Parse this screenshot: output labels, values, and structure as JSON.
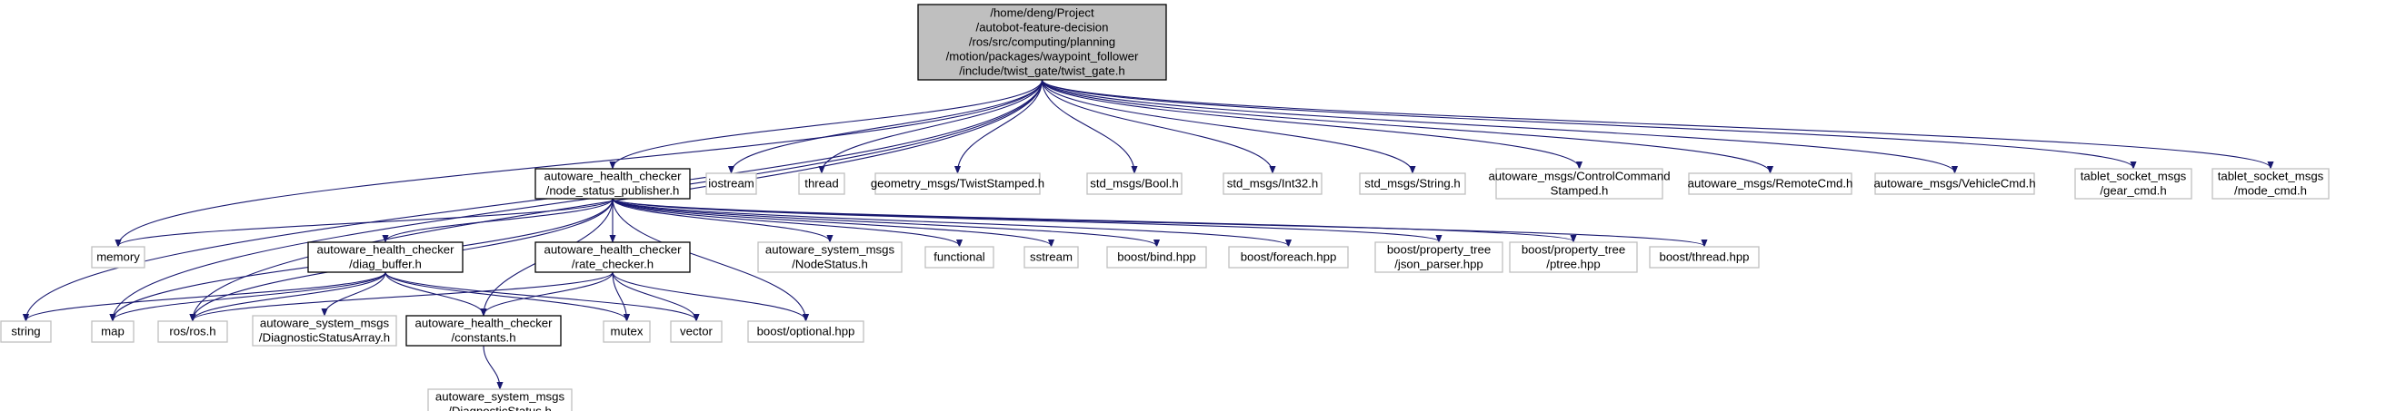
{
  "colors": {
    "edge": "#191970",
    "root_fill": "#bfbfbf",
    "root_border": "#000000",
    "documented_border": "#000000",
    "external_border": "#bfbfbf",
    "text": "#000000"
  },
  "nodes": [
    {
      "id": "twist_gate",
      "kind": "root",
      "lines": [
        "/home/deng/Project",
        "/autobot-feature-decision",
        "/ros/src/computing/planning",
        "/motion/packages/waypoint_follower",
        "/include/twist_gate/twist_gate.h"
      ]
    },
    {
      "id": "node_status_publisher",
      "kind": "documented",
      "lines": [
        "autoware_health_checker",
        "/node_status_publisher.h"
      ]
    },
    {
      "id": "iostream",
      "kind": "external",
      "lines": [
        "iostream"
      ]
    },
    {
      "id": "thread",
      "kind": "external",
      "lines": [
        "thread"
      ]
    },
    {
      "id": "twist_stamped",
      "kind": "external",
      "lines": [
        "geometry_msgs/TwistStamped.h"
      ]
    },
    {
      "id": "bool",
      "kind": "external",
      "lines": [
        "std_msgs/Bool.h"
      ]
    },
    {
      "id": "int32",
      "kind": "external",
      "lines": [
        "std_msgs/Int32.h"
      ]
    },
    {
      "id": "string_h",
      "kind": "external",
      "lines": [
        "std_msgs/String.h"
      ]
    },
    {
      "id": "control_command",
      "kind": "external",
      "lines": [
        "autoware_msgs/ControlCommand",
        "Stamped.h"
      ]
    },
    {
      "id": "remote_cmd",
      "kind": "external",
      "lines": [
        "autoware_msgs/RemoteCmd.h"
      ]
    },
    {
      "id": "vehicle_cmd",
      "kind": "external",
      "lines": [
        "autoware_msgs/VehicleCmd.h"
      ]
    },
    {
      "id": "gear_cmd",
      "kind": "external",
      "lines": [
        "tablet_socket_msgs",
        "/gear_cmd.h"
      ]
    },
    {
      "id": "mode_cmd",
      "kind": "external",
      "lines": [
        "tablet_socket_msgs",
        "/mode_cmd.h"
      ]
    },
    {
      "id": "memory",
      "kind": "external",
      "lines": [
        "memory"
      ]
    },
    {
      "id": "diag_buffer",
      "kind": "documented",
      "lines": [
        "autoware_health_checker",
        "/diag_buffer.h"
      ]
    },
    {
      "id": "rate_checker",
      "kind": "documented",
      "lines": [
        "autoware_health_checker",
        "/rate_checker.h"
      ]
    },
    {
      "id": "node_status",
      "kind": "external",
      "lines": [
        "autoware_system_msgs",
        "/NodeStatus.h"
      ]
    },
    {
      "id": "functional",
      "kind": "external",
      "lines": [
        "functional"
      ]
    },
    {
      "id": "sstream",
      "kind": "external",
      "lines": [
        "sstream"
      ]
    },
    {
      "id": "bind",
      "kind": "external",
      "lines": [
        "boost/bind.hpp"
      ]
    },
    {
      "id": "foreach",
      "kind": "external",
      "lines": [
        "boost/foreach.hpp"
      ]
    },
    {
      "id": "json_parser",
      "kind": "external",
      "lines": [
        "boost/property_tree",
        "/json_parser.hpp"
      ]
    },
    {
      "id": "ptree",
      "kind": "external",
      "lines": [
        "boost/property_tree",
        "/ptree.hpp"
      ]
    },
    {
      "id": "boost_thread",
      "kind": "external",
      "lines": [
        "boost/thread.hpp"
      ]
    },
    {
      "id": "string",
      "kind": "external",
      "lines": [
        "string"
      ]
    },
    {
      "id": "map",
      "kind": "external",
      "lines": [
        "map"
      ]
    },
    {
      "id": "ros",
      "kind": "external",
      "lines": [
        "ros/ros.h"
      ]
    },
    {
      "id": "diag_status_array",
      "kind": "external",
      "lines": [
        "autoware_system_msgs",
        "/DiagnosticStatusArray.h"
      ]
    },
    {
      "id": "constants",
      "kind": "documented",
      "lines": [
        "autoware_health_checker",
        "/constants.h"
      ]
    },
    {
      "id": "mutex",
      "kind": "external",
      "lines": [
        "mutex"
      ]
    },
    {
      "id": "vector",
      "kind": "external",
      "lines": [
        "vector"
      ]
    },
    {
      "id": "optional",
      "kind": "external",
      "lines": [
        "boost/optional.hpp"
      ]
    },
    {
      "id": "diag_status",
      "kind": "external",
      "lines": [
        "autoware_system_msgs",
        "/DiagnosticStatus.h"
      ]
    }
  ],
  "edges": [
    [
      "twist_gate",
      "node_status_publisher"
    ],
    [
      "twist_gate",
      "iostream"
    ],
    [
      "twist_gate",
      "thread"
    ],
    [
      "twist_gate",
      "twist_stamped"
    ],
    [
      "twist_gate",
      "bool"
    ],
    [
      "twist_gate",
      "int32"
    ],
    [
      "twist_gate",
      "string_h"
    ],
    [
      "twist_gate",
      "control_command"
    ],
    [
      "twist_gate",
      "remote_cmd"
    ],
    [
      "twist_gate",
      "vehicle_cmd"
    ],
    [
      "twist_gate",
      "gear_cmd"
    ],
    [
      "twist_gate",
      "mode_cmd"
    ],
    [
      "twist_gate",
      "memory"
    ],
    [
      "twist_gate",
      "string"
    ],
    [
      "twist_gate",
      "map"
    ],
    [
      "twist_gate",
      "ros"
    ],
    [
      "node_status_publisher",
      "memory"
    ],
    [
      "node_status_publisher",
      "diag_buffer"
    ],
    [
      "node_status_publisher",
      "rate_checker"
    ],
    [
      "node_status_publisher",
      "node_status"
    ],
    [
      "node_status_publisher",
      "functional"
    ],
    [
      "node_status_publisher",
      "sstream"
    ],
    [
      "node_status_publisher",
      "bind"
    ],
    [
      "node_status_publisher",
      "foreach"
    ],
    [
      "node_status_publisher",
      "json_parser"
    ],
    [
      "node_status_publisher",
      "ptree"
    ],
    [
      "node_status_publisher",
      "boost_thread"
    ],
    [
      "node_status_publisher",
      "map"
    ],
    [
      "node_status_publisher",
      "ros"
    ],
    [
      "node_status_publisher",
      "constants"
    ],
    [
      "node_status_publisher",
      "optional"
    ],
    [
      "diag_buffer",
      "string"
    ],
    [
      "diag_buffer",
      "map"
    ],
    [
      "diag_buffer",
      "ros"
    ],
    [
      "diag_buffer",
      "diag_status_array"
    ],
    [
      "diag_buffer",
      "constants"
    ],
    [
      "diag_buffer",
      "mutex"
    ],
    [
      "diag_buffer",
      "vector"
    ],
    [
      "rate_checker",
      "ros"
    ],
    [
      "rate_checker",
      "constants"
    ],
    [
      "rate_checker",
      "mutex"
    ],
    [
      "rate_checker",
      "vector"
    ],
    [
      "rate_checker",
      "optional"
    ],
    [
      "constants",
      "diag_status"
    ]
  ]
}
